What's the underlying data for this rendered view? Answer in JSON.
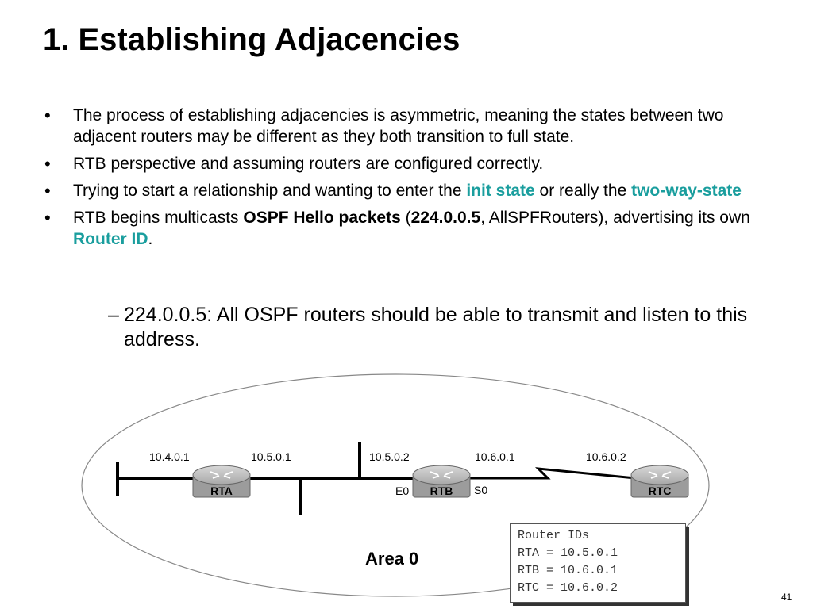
{
  "slide": {
    "title": "1. Establishing Adjacencies",
    "number": "41"
  },
  "bullets": [
    {
      "text": "The process of establishing adjacencies is asymmetric, meaning the states between two adjacent routers may be different as they both transition to full state."
    },
    {
      "text": "RTB perspective and assuming routers are configured correctly."
    },
    {
      "pre": "Trying to start a relationship and wanting to enter the ",
      "hl1": "init state",
      "mid": " or really the ",
      "hl2": "two-way-state"
    },
    {
      "pre": "RTB begins multicasts ",
      "bold1": "OSPF Hello packets",
      "mid1": " (",
      "bold2": "224.0.0.5",
      "mid2": ", AllSPFRouters), advertising its own ",
      "hl": "Router ID",
      "post": "."
    }
  ],
  "sub_bullet": {
    "dash": "–",
    "text": "224.0.0.5: All OSPF routers should be able to transmit and listen to this address."
  },
  "diagram": {
    "area_label": "Area 0",
    "routers": [
      "RTA",
      "RTB",
      "RTC"
    ],
    "addresses": [
      "10.4.0.1",
      "10.5.0.1",
      "10.5.0.2",
      "10.6.0.1",
      "10.6.0.2"
    ],
    "interfaces": [
      "E0",
      "S0"
    ],
    "router_ids": {
      "title": "Router IDs",
      "lines": [
        "RTA = 10.5.0.1",
        "RTB = 10.6.0.1",
        "RTC = 10.6.0.2"
      ]
    }
  },
  "colors": {
    "highlight": "#1a9e9e"
  }
}
